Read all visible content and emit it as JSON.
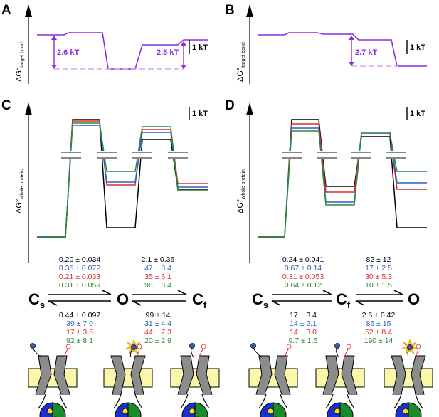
{
  "colors": {
    "purple": "#8a2be2",
    "purple_light": "#d8a8f0",
    "black": "#000000",
    "blue": "#2b5fc2",
    "red": "#e02a2a",
    "green": "#2a8a3a",
    "membrane": "#fbf6a8",
    "protein": "#8c8c8c",
    "domain_blue": "#1a2fd0",
    "domain_green": "#1a8a2a",
    "ion": "#f0e020"
  },
  "panels": {
    "A": {
      "label": "A",
      "axis_label": "ΔG°",
      "axis_sub": "target bond",
      "ann_left": "2.6 kT",
      "ann_right": "2.5 kT",
      "scale": "1 kT"
    },
    "B": {
      "label": "B",
      "axis_label": "ΔG°",
      "axis_sub": "target bond",
      "ann": "2.7 kT",
      "scale": "1 kT"
    },
    "C": {
      "label": "C",
      "axis_label": "ΔG°",
      "axis_sub": "whole protein",
      "scale": "1 kT"
    },
    "D": {
      "label": "D",
      "axis_label": "ΔG°",
      "axis_sub": "whole protein",
      "scale": "1 kT"
    }
  },
  "scheme_C": {
    "states": [
      {
        "main": "C",
        "sub": "s"
      },
      {
        "main": "O",
        "sub": ""
      },
      {
        "main": "C",
        "sub": "f"
      }
    ],
    "upper_left": [
      "0.20 ± 0.034",
      "0.35 ± 0.072",
      "0.21 ± 0.033",
      "0.31 ± 0.059"
    ],
    "upper_right": [
      "2.1 ± 0.36",
      "47 ± 8.4",
      "35 ± 6.1",
      "98 ± 8.4"
    ],
    "lower_left": [
      "0.44 ± 0.097",
      "39 ± 7.0",
      "17 ± 3.5",
      "92 ± 8.1"
    ],
    "lower_right": [
      "99 ± 14",
      "31 ± 4.4",
      "44 ± 7.3",
      "20 ± 2.9"
    ]
  },
  "scheme_D": {
    "states": [
      {
        "main": "C",
        "sub": "s"
      },
      {
        "main": "C",
        "sub": "f"
      },
      {
        "main": "O",
        "sub": ""
      }
    ],
    "upper_left": [
      "0.24 ± 0.041",
      "0.67 ± 0.14",
      "0.31 ± 0.053",
      "0.64 ± 0.12"
    ],
    "upper_right": [
      "82 ± 12",
      "17 ± 2.5",
      "30 ± 5.3",
      "10 ± 1.5"
    ],
    "lower_left": [
      "17 ± 3.4",
      "14 ± 2.1",
      "14 ± 3.0",
      "9.7 ± 1.5"
    ],
    "lower_right": [
      "2.6 ± 0.42",
      "86 ± 15",
      "52 ± 8.4",
      "190 ± 14"
    ]
  }
}
